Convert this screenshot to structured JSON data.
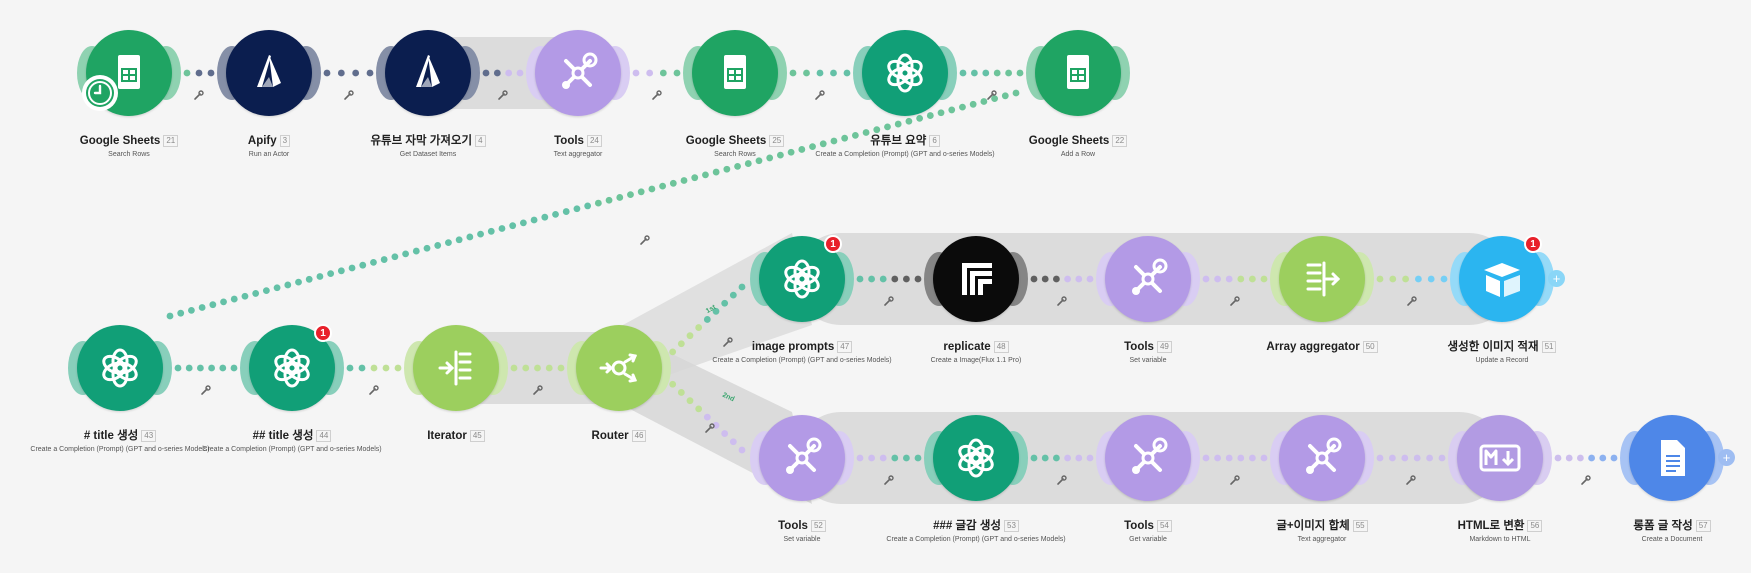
{
  "colors": {
    "sheets": "#1fa463",
    "apify": "#0b1e4f",
    "tools": "#b39ae6",
    "openai": "#119f77",
    "flow": "#9ccf5e",
    "replicate": "#0b0b0b",
    "airtable": "#2bb5f0",
    "markdown": "#b29be3",
    "docs": "#4e87e8",
    "connector": "#7fcaa2",
    "badge": "#e8212b"
  },
  "nodes": [
    {
      "id": "n21",
      "title": "Google Sheets",
      "num": "21",
      "sub": "Search Rows",
      "icon": "sheets-icon",
      "color": "sheets"
    },
    {
      "id": "n3",
      "title": "Apify",
      "num": "3",
      "sub": "Run an Actor",
      "icon": "apify-icon",
      "color": "apify"
    },
    {
      "id": "n4",
      "title": "유튜브 자막 가져오기",
      "num": "4",
      "sub": "Get Dataset Items",
      "icon": "apify-icon",
      "color": "apify"
    },
    {
      "id": "n24",
      "title": "Tools",
      "num": "24",
      "sub": "Text aggregator",
      "icon": "tools-icon",
      "color": "tools"
    },
    {
      "id": "n25",
      "title": "Google Sheets",
      "num": "25",
      "sub": "Search Rows",
      "icon": "sheets-icon",
      "color": "sheets"
    },
    {
      "id": "n6",
      "title": "유튜브 요약",
      "num": "6",
      "sub": "Create a Completion (Prompt) (GPT and o-series Models)",
      "icon": "openai-icon",
      "color": "openai"
    },
    {
      "id": "n22",
      "title": "Google Sheets",
      "num": "22",
      "sub": "Add a Row",
      "icon": "sheets-icon",
      "color": "sheets"
    },
    {
      "id": "n43",
      "title": "# title 생성",
      "num": "43",
      "sub": "Create a Completion (Prompt) (GPT and o-series Models)",
      "icon": "openai-icon",
      "color": "openai"
    },
    {
      "id": "n44",
      "title": "## title 생성",
      "num": "44",
      "sub": "Create a Completion (Prompt) (GPT and o-series Models)",
      "icon": "openai-icon",
      "color": "openai",
      "badge": "1"
    },
    {
      "id": "n45",
      "title": "Iterator",
      "num": "45",
      "sub": "",
      "icon": "iterator-icon",
      "color": "flow"
    },
    {
      "id": "n46",
      "title": "Router",
      "num": "46",
      "sub": "",
      "icon": "router-icon",
      "color": "flow"
    },
    {
      "id": "n47",
      "title": "image prompts",
      "num": "47",
      "sub": "Create a Completion (Prompt) (GPT and o-series Models)",
      "icon": "openai-icon",
      "color": "openai",
      "badge": "1"
    },
    {
      "id": "n48",
      "title": "replicate",
      "num": "48",
      "sub": "Create a Image(Flux 1.1 Pro)",
      "icon": "replicate-icon",
      "color": "replicate"
    },
    {
      "id": "n49",
      "title": "Tools",
      "num": "49",
      "sub": "Set variable",
      "icon": "tools-icon",
      "color": "tools"
    },
    {
      "id": "n50",
      "title": "Array aggregator",
      "num": "50",
      "sub": "",
      "icon": "aggregator-icon",
      "color": "flow"
    },
    {
      "id": "n51",
      "title": "생성한 이미지 적재",
      "num": "51",
      "sub": "Update a Record",
      "icon": "airtable-icon",
      "color": "airtable",
      "badge": "1",
      "add": true
    },
    {
      "id": "n52",
      "title": "Tools",
      "num": "52",
      "sub": "Set variable",
      "icon": "tools-icon",
      "color": "tools"
    },
    {
      "id": "n53",
      "title": "### 글감 생성",
      "num": "53",
      "sub": "Create a Completion (Prompt) (GPT and o-series Models)",
      "icon": "openai-icon",
      "color": "openai"
    },
    {
      "id": "n54",
      "title": "Tools",
      "num": "54",
      "sub": "Get variable",
      "icon": "tools-icon",
      "color": "tools"
    },
    {
      "id": "n55",
      "title": "글+이미지 합체",
      "num": "55",
      "sub": "Text aggregator",
      "icon": "tools-icon",
      "color": "tools"
    },
    {
      "id": "n56",
      "title": "HTML로 변환",
      "num": "56",
      "sub": "Markdown to HTML",
      "icon": "markdown-icon",
      "color": "markdown"
    },
    {
      "id": "n57",
      "title": "롱폼 글 작성",
      "num": "57",
      "sub": "Create a Document",
      "icon": "docs-icon",
      "color": "docs",
      "add": true
    }
  ],
  "route_labels": [
    "1st",
    "2nd"
  ]
}
